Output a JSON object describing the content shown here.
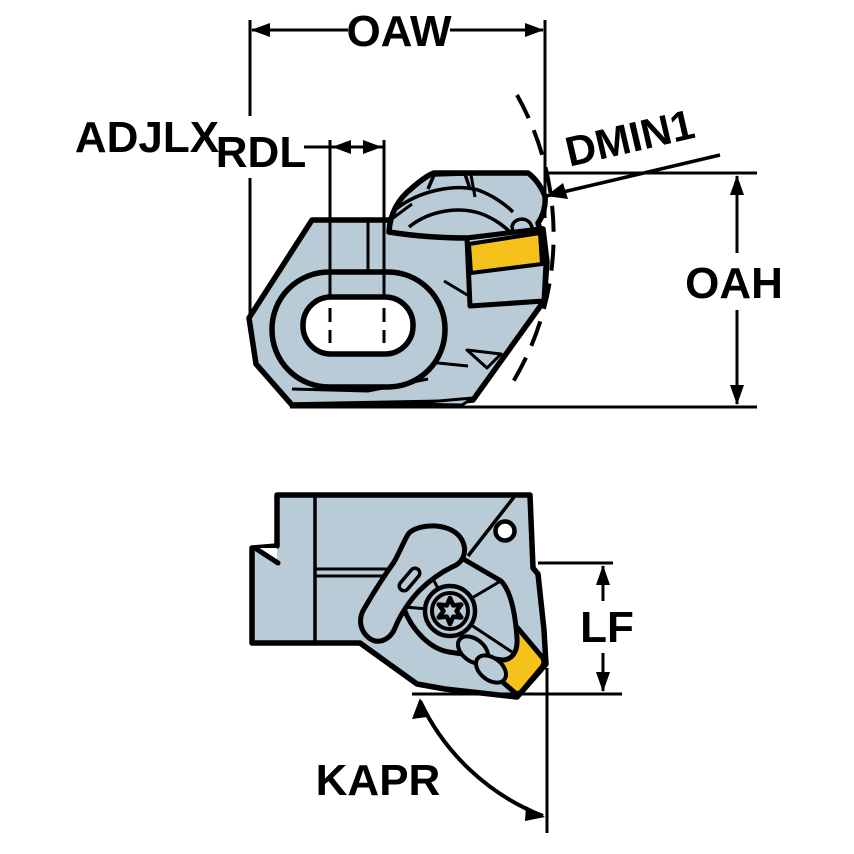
{
  "drawing": {
    "title": "Cutting head dimensional drawing, two views",
    "colors": {
      "background": "#ffffff",
      "tool_body": "#b9cbd6",
      "insert_highlight": "#f5c21b",
      "line": "#000000"
    },
    "views": {
      "top": {
        "name": "cutting-head-side-view"
      },
      "bottom": {
        "name": "cutting-head-top-view"
      }
    },
    "labels": {
      "oaw": "OAW",
      "adjlx": "ADJLX",
      "rdl": "RDL",
      "dmin1": "DMIN1",
      "oah": "OAH",
      "lf": "LF",
      "kapr": "KAPR"
    },
    "dimension_types": {
      "oaw": "linear-horizontal",
      "adjlx": "reference-line",
      "rdl": "linear-horizontal",
      "dmin1": "leader-arrow",
      "oah": "linear-vertical",
      "lf": "linear-vertical",
      "kapr": "angular-arc"
    }
  }
}
